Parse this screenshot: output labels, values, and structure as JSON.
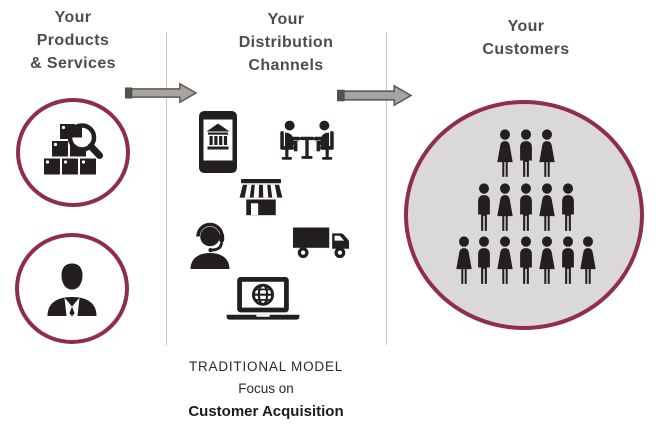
{
  "columns": {
    "products": {
      "title_lines": [
        "Your",
        "Products",
        "& Services"
      ],
      "icons": [
        "product-search-icon",
        "businessman-icon"
      ]
    },
    "channels": {
      "title_lines": [
        "Your",
        "Distribution",
        "Channels"
      ],
      "icons": [
        "mobile-banking-icon",
        "meeting-icon",
        "storefront-icon",
        "support-agent-icon",
        "delivery-truck-icon",
        "laptop-internet-icon"
      ]
    },
    "customers": {
      "title_lines": [
        "Your",
        "Customers"
      ],
      "crowd_rows": [
        [
          "female",
          "male",
          "female"
        ],
        [
          "male",
          "female",
          "male",
          "female",
          "male"
        ],
        [
          "female",
          "male",
          "female",
          "male",
          "female",
          "male",
          "female"
        ]
      ]
    }
  },
  "flow_arrows": [
    "products-to-channels",
    "channels-to-customers"
  ],
  "footer": {
    "model_label": "TRADITIONAL MODEL",
    "focus_prefix": "Focus on",
    "focus_value": "Customer Acquisition"
  },
  "colors": {
    "accent_maroon": "#8E2D4C",
    "icon_black": "#231F20",
    "customers_circle_fill": "#DAD8D9",
    "heading_text": "#4D4D4F",
    "divider_gray": "#C7C7C7",
    "arrow_fill": "#A9A3A0",
    "arrow_outline": "#5C5855",
    "arrow_tail": "#55514C"
  }
}
